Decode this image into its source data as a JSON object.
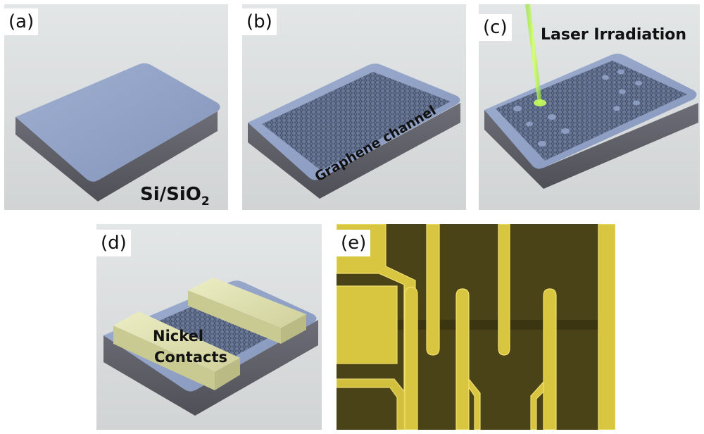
{
  "panels": {
    "a": {
      "label": "(a)",
      "caption_main": "Si/SiO",
      "caption_sub": "2"
    },
    "b": {
      "label": "(b)",
      "caption": "Graphene channel"
    },
    "c": {
      "label": "(c)",
      "caption": "Laser Irradiation"
    },
    "d": {
      "label": "(d)",
      "caption_line1": "Nickel",
      "caption_line2": "Contacts"
    },
    "e": {
      "label": "(e)"
    }
  },
  "colors": {
    "background": "#dcdfe0",
    "substrate_top": "#8f9fc3",
    "substrate_side": "#5f6068",
    "graphene": "#5d6b86",
    "laser": "#a6ff3a",
    "nickel": "#e2e2b0",
    "micro_dark": "#4a4318",
    "micro_gold": "#d9c640"
  }
}
